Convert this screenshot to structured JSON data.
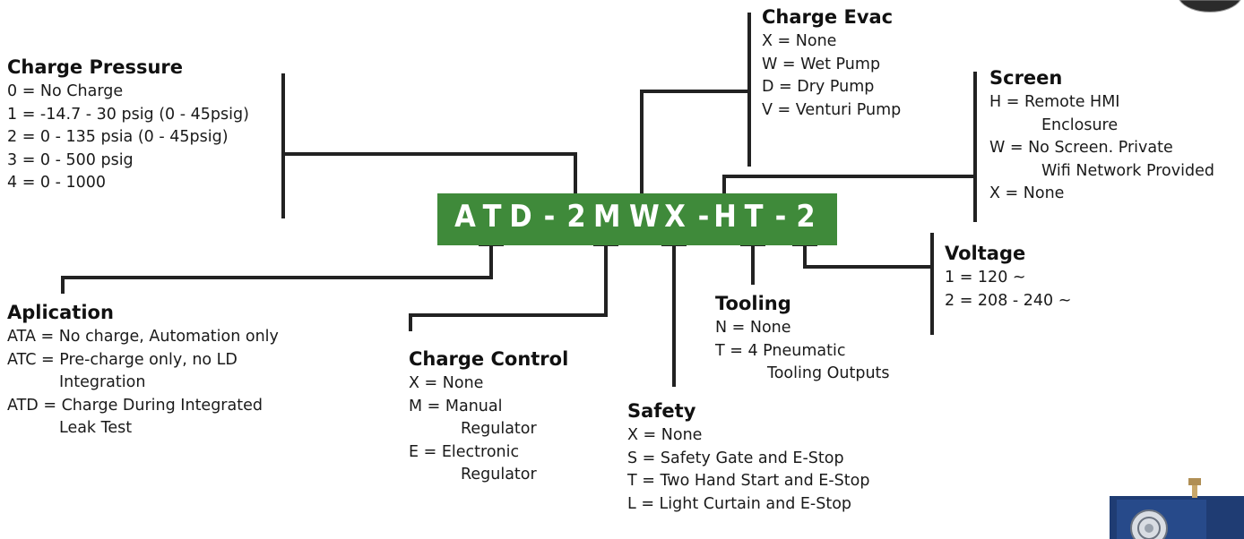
{
  "code_chars": [
    "A",
    "T",
    "D",
    "-",
    "2",
    "M",
    "W",
    "X",
    "-",
    "H",
    "T",
    "-",
    "2"
  ],
  "groups": {
    "charge_pressure": {
      "title": "Charge Pressure",
      "lines": [
        {
          "text": "0 = No Charge",
          "indent": false
        },
        {
          "text": "1 = -14.7 - 30 psig (0 - 45psig)",
          "indent": false
        },
        {
          "text": "2 = 0 - 135 psia (0 - 45psig)",
          "indent": false
        },
        {
          "text": "3 = 0 - 500 psig",
          "indent": false
        },
        {
          "text": "4 = 0 - 1000",
          "indent": false
        }
      ]
    },
    "charge_evac": {
      "title": "Charge Evac",
      "lines": [
        {
          "text": "X = None",
          "indent": false
        },
        {
          "text": "W = Wet Pump",
          "indent": false
        },
        {
          "text": "D = Dry Pump",
          "indent": false
        },
        {
          "text": "V = Venturi Pump",
          "indent": false
        }
      ]
    },
    "screen": {
      "title": "Screen",
      "lines": [
        {
          "text": "H = Remote HMI",
          "indent": false
        },
        {
          "text": "Enclosure",
          "indent": true
        },
        {
          "text": "W = No Screen. Private",
          "indent": false
        },
        {
          "text": "Wifi Network Provided",
          "indent": true
        },
        {
          "text": "X =  None",
          "indent": false
        }
      ]
    },
    "voltage": {
      "title": "Voltage",
      "lines": [
        {
          "text": "1 = 120 ~",
          "indent": false
        },
        {
          "text": "2 = 208 - 240 ~",
          "indent": false
        }
      ]
    },
    "tooling": {
      "title": "Tooling",
      "lines": [
        {
          "text": "N = None",
          "indent": false
        },
        {
          "text": "T = 4 Pneumatic",
          "indent": false
        },
        {
          "text": "Tooling Outputs",
          "indent": true
        }
      ]
    },
    "application": {
      "title": "Aplication",
      "lines": [
        {
          "text": "ATA = No charge, Automation only",
          "indent": false
        },
        {
          "text": "ATC = Pre-charge only, no LD",
          "indent": false
        },
        {
          "text": "Integration",
          "indent": true
        },
        {
          "text": "ATD = Charge During Integrated",
          "indent": false
        },
        {
          "text": "Leak Test",
          "indent": true
        }
      ]
    },
    "charge_control": {
      "title": "Charge Control",
      "lines": [
        {
          "text": "X =  None",
          "indent": false
        },
        {
          "text": "M = Manual",
          "indent": false
        },
        {
          "text": "Regulator",
          "indent": true
        },
        {
          "text": "E =  Electronic",
          "indent": false
        },
        {
          "text": "Regulator",
          "indent": true
        }
      ]
    },
    "safety": {
      "title": "Safety",
      "lines": [
        {
          "text": "X = None",
          "indent": false
        },
        {
          "text": "S = Safety Gate and E-Stop",
          "indent": false
        },
        {
          "text": "T = Two Hand Start and E-Stop",
          "indent": false
        },
        {
          "text": "L = Light Curtain and E-Stop",
          "indent": false
        }
      ]
    }
  },
  "colors": {
    "code_bg": "#3f8a3a",
    "code_text": "#ffffff",
    "line": "#222222"
  }
}
